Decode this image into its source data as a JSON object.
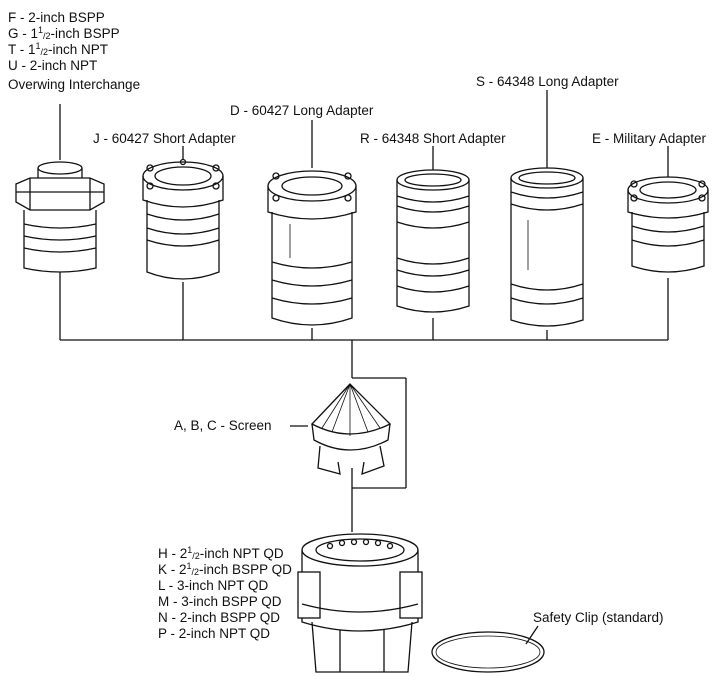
{
  "overwing_group": {
    "lines": [
      {
        "pre": "F - 2-inch BSPP"
      },
      {
        "pre": "G - 1",
        "sup": "1",
        "sub": "/2",
        "post": "-inch BSPP"
      },
      {
        "pre": "T - 1",
        "sup": "1",
        "sub": "/2",
        "post": "-inch NPT"
      },
      {
        "pre": "U - 2-inch NPT"
      }
    ],
    "title": "Overwing Interchange"
  },
  "adapters": {
    "j": "J - 60427 Short Adapter",
    "d": "D - 60427 Long Adapter",
    "r": "R - 64348 Short Adapter",
    "s": "S - 64348 Long Adapter",
    "e": "E - Military Adapter"
  },
  "screen_label": "A, B, C - Screen",
  "nozzle_group": {
    "lines": [
      {
        "pre": "H - 2",
        "sup": "1",
        "sub": "/2",
        "post": "-inch NPT QD"
      },
      {
        "pre": "K - 2",
        "sup": "1",
        "sub": "/2",
        "post": "-inch BSPP QD"
      },
      {
        "pre": "L - 3-inch NPT QD"
      },
      {
        "pre": "M - 3-inch BSPP QD"
      },
      {
        "pre": "N - 2-inch BSPP QD"
      },
      {
        "pre": "P - 2-inch NPT QD"
      }
    ]
  },
  "safety_clip_label": "Safety Clip (standard)"
}
